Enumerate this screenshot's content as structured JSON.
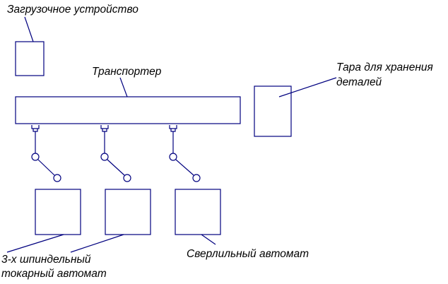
{
  "diagram": {
    "labels": {
      "loader": "Загрузочное устройство",
      "conveyor": "Транспортер",
      "storage_line1": "Тара для хранения",
      "storage_line2": "деталей",
      "lathe_line1": "3-х шпиндельный",
      "lathe_line2": "токарный автомат",
      "drill": "Сверлильный автомат"
    },
    "colors": {
      "line": "#00007f",
      "text": "#000000",
      "background": "#ffffff"
    }
  }
}
